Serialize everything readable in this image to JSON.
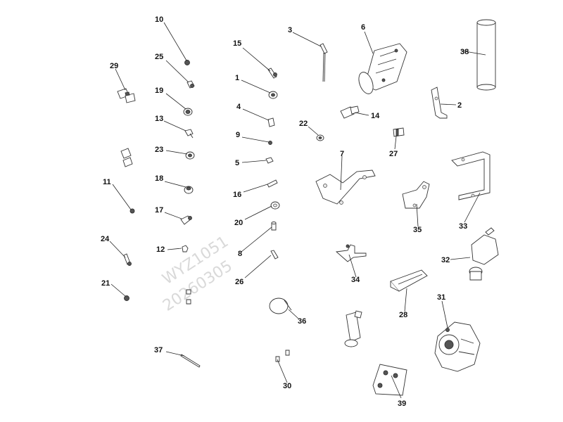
{
  "watermark": {
    "line1": "WYZ1051",
    "line2": "20260305"
  },
  "callouts": [
    {
      "id": "10",
      "label": "10"
    },
    {
      "id": "25",
      "label": "25"
    },
    {
      "id": "19",
      "label": "19"
    },
    {
      "id": "13",
      "label": "13"
    },
    {
      "id": "23",
      "label": "23"
    },
    {
      "id": "18",
      "label": "18"
    },
    {
      "id": "17",
      "label": "17"
    },
    {
      "id": "12",
      "label": "12"
    },
    {
      "id": "29",
      "label": "29"
    },
    {
      "id": "11",
      "label": "11"
    },
    {
      "id": "24",
      "label": "24"
    },
    {
      "id": "21",
      "label": "21"
    },
    {
      "id": "37",
      "label": "37"
    },
    {
      "id": "15",
      "label": "15"
    },
    {
      "id": "1",
      "label": "1"
    },
    {
      "id": "4",
      "label": "4"
    },
    {
      "id": "9",
      "label": "9"
    },
    {
      "id": "5",
      "label": "5"
    },
    {
      "id": "16",
      "label": "16"
    },
    {
      "id": "20",
      "label": "20"
    },
    {
      "id": "8",
      "label": "8"
    },
    {
      "id": "26",
      "label": "26"
    },
    {
      "id": "36",
      "label": "36"
    },
    {
      "id": "30",
      "label": "30"
    },
    {
      "id": "3",
      "label": "3"
    },
    {
      "id": "22",
      "label": "22"
    },
    {
      "id": "6",
      "label": "6"
    },
    {
      "id": "14",
      "label": "14"
    },
    {
      "id": "7",
      "label": "7"
    },
    {
      "id": "27",
      "label": "27"
    },
    {
      "id": "34",
      "label": "34"
    },
    {
      "id": "35",
      "label": "35"
    },
    {
      "id": "28",
      "label": "28"
    },
    {
      "id": "38",
      "label": "38"
    },
    {
      "id": "2",
      "label": "2"
    },
    {
      "id": "33",
      "label": "33"
    },
    {
      "id": "32",
      "label": "32"
    },
    {
      "id": "31",
      "label": "31"
    },
    {
      "id": "39",
      "label": "39"
    }
  ]
}
